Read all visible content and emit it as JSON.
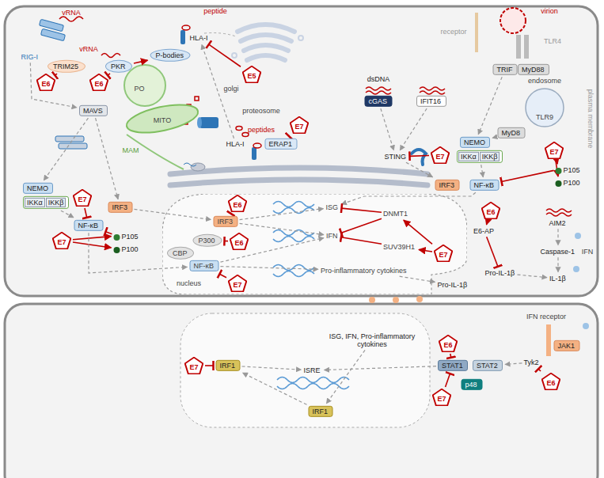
{
  "diagram": {
    "nodes": [
      {
        "text": [
          "RIG-I"
        ]
      },
      {
        "text": [
          "TRIM25"
        ]
      },
      {
        "text": [
          "E6"
        ]
      },
      {
        "text": [
          "PKR"
        ]
      },
      {
        "text": [
          "E6"
        ]
      },
      {
        "text": [
          "P-bodies"
        ]
      },
      {
        "text": [
          "MAVS"
        ]
      },
      {
        "text": [
          "NEMO"
        ]
      },
      {
        "text": [
          "IKKα",
          "IKKβ"
        ]
      },
      {
        "text": [
          "E7"
        ]
      },
      {
        "text": [
          "NF-κB"
        ]
      },
      {
        "text": [
          "E7"
        ]
      },
      {
        "text": [
          "P105"
        ]
      },
      {
        "text": [
          "P100"
        ]
      },
      {
        "text": [
          "IRF3"
        ]
      },
      {
        "text": [
          "HLA-I"
        ]
      },
      {
        "text": [
          "E5"
        ]
      },
      {
        "text": [
          "HLA-I"
        ]
      },
      {
        "text": [
          "ERAP1"
        ]
      },
      {
        "text": [
          "E7"
        ]
      },
      {
        "text": [
          "cGAS"
        ]
      },
      {
        "text": [
          "IFIT16"
        ]
      },
      {
        "text": [
          "STING"
        ]
      },
      {
        "text": [
          "E7"
        ]
      },
      {
        "text": [
          "IRF3"
        ]
      },
      {
        "text": [
          "TRIF"
        ]
      },
      {
        "text": [
          "MyD88"
        ]
      },
      {
        "text": [
          "MyD8"
        ]
      },
      {
        "text": [
          "NEMO"
        ]
      },
      {
        "text": [
          "IKKα",
          "IKKβ"
        ]
      },
      {
        "text": [
          "E7"
        ]
      },
      {
        "text": [
          "NF-κB"
        ]
      },
      {
        "text": [
          "P105"
        ]
      },
      {
        "text": [
          "P100"
        ]
      },
      {
        "text": [
          "nucleus"
        ]
      },
      {
        "text": [
          "E6"
        ],
        "in": 34
      },
      {
        "text": [
          "IRF3"
        ],
        "in": 34
      },
      {
        "text": [
          "CBP"
        ],
        "in": 34
      },
      {
        "text": [
          "P300"
        ],
        "in": 34
      },
      {
        "text": [
          "E6"
        ],
        "in": 34
      },
      {
        "text": [
          "NF-κB"
        ],
        "in": 34
      },
      {
        "text": [
          "E7"
        ],
        "in": 34
      },
      {
        "text": [
          "ISG"
        ],
        "in": 34
      },
      {
        "text": [
          "IFN"
        ],
        "in": 34
      },
      {
        "text": [
          "Pro-inflammatory cytokines"
        ],
        "in": 34
      },
      {
        "text": [
          "DNMT1"
        ],
        "in": 34
      },
      {
        "text": [
          "SUV39H1"
        ],
        "in": 34
      },
      {
        "text": [
          "E7"
        ],
        "in": 34
      },
      {
        "text": [
          "Pro-IL-1β"
        ]
      },
      {
        "text": [
          "E6"
        ]
      },
      {
        "text": [
          "E6-AP"
        ]
      },
      {
        "text": [
          "Pro-IL-1β"
        ]
      },
      {
        "text": [
          "AIM2"
        ]
      },
      {
        "text": [
          "Caspase-1"
        ]
      },
      {
        "text": [
          "IL-1β"
        ]
      },
      {
        "text": [
          "JAK1"
        ]
      },
      {
        "text": [
          "Tyk2"
        ]
      },
      {
        "text": [
          "E6"
        ]
      },
      {
        "text": [
          "E6"
        ]
      },
      {
        "text": [
          "STAT1"
        ]
      },
      {
        "text": [
          "STAT2"
        ]
      },
      {
        "text": [
          "p48"
        ]
      },
      {
        "text": [
          "E7"
        ]
      },
      {
        "text": [
          "E7"
        ]
      },
      {
        "text": [
          "IRF1"
        ]
      },
      {
        "text": [
          "ISRE"
        ]
      },
      {
        "text": [
          "ISG, IFN, Pro-inflammatory cytokines"
        ]
      },
      {
        "text": [
          "IRF1"
        ]
      }
    ],
    "edges": [
      {
        "from": 2,
        "to": 1,
        "arrow": "to"
      },
      {
        "from": 4,
        "to": 3,
        "arrow": "to"
      },
      {
        "from": 3,
        "to": 5,
        "arrow": "to"
      },
      {
        "from": 0,
        "to": 6,
        "arrow": "to"
      },
      {
        "from": 6,
        "to": 7,
        "arrow": "to"
      },
      {
        "from": 6,
        "to": 14,
        "arrow": "to"
      },
      {
        "from": 9,
        "to": 10,
        "arrow": "to"
      },
      {
        "from": 8,
        "to": 10,
        "arrow": "to"
      },
      {
        "from": 11,
        "to": 12,
        "arrow": "to"
      },
      {
        "from": 11,
        "to": 13,
        "arrow": "to"
      },
      {
        "from": 12,
        "to": 10,
        "arrow": "to"
      },
      {
        "from": 14,
        "to": 36,
        "arrow": "to"
      },
      {
        "from": 35,
        "to": 36,
        "arrow": "to"
      },
      {
        "from": 16,
        "to": 15,
        "arrow": "to"
      },
      {
        "from": 17,
        "to": 15,
        "arrow": "to"
      },
      {
        "from": 19,
        "to": 18,
        "arrow": "to"
      },
      {
        "from": 20,
        "to": 22,
        "arrow": "to"
      },
      {
        "from": 21,
        "to": 22,
        "arrow": "to"
      },
      {
        "from": 23,
        "to": 22,
        "arrow": "to"
      },
      {
        "from": 22,
        "to": 24,
        "arrow": "to"
      },
      {
        "from": 25,
        "to": 28,
        "arrow": "to"
      },
      {
        "from": 27,
        "to": 28,
        "arrow": "to"
      },
      {
        "from": 30,
        "to": 32,
        "arrow": "to"
      },
      {
        "from": 30,
        "to": 33,
        "arrow": "to"
      },
      {
        "from": 32,
        "to": 31,
        "arrow": "to"
      },
      {
        "from": 29,
        "to": 31,
        "arrow": "to"
      },
      {
        "from": 31,
        "to": 42,
        "arrow": "to"
      },
      {
        "from": 10,
        "to": 40,
        "arrow": "to"
      },
      {
        "from": 36,
        "to": 42,
        "arrow": "to"
      },
      {
        "from": 36,
        "to": 43,
        "arrow": "to"
      },
      {
        "from": 40,
        "to": 43,
        "arrow": "to"
      },
      {
        "from": 40,
        "to": 44,
        "arrow": "to"
      },
      {
        "from": 39,
        "to": 38,
        "arrow": "to"
      },
      {
        "from": 41,
        "to": 40,
        "arrow": "to"
      },
      {
        "from": 45,
        "to": 42,
        "arrow": "to"
      },
      {
        "from": 45,
        "to": 43,
        "arrow": "to"
      },
      {
        "from": 46,
        "to": 43,
        "arrow": "to"
      },
      {
        "from": 47,
        "to": 45,
        "arrow": "to"
      },
      {
        "from": 47,
        "to": 46,
        "arrow": "to"
      },
      {
        "from": 44,
        "to": 48,
        "arrow": "to"
      },
      {
        "from": 49,
        "to": 50,
        "arrow": "to"
      },
      {
        "from": 50,
        "to": 51,
        "arrow": "to"
      },
      {
        "from": 52,
        "to": 53,
        "arrow": "to"
      },
      {
        "from": 53,
        "to": 54,
        "arrow": "to"
      },
      {
        "from": 51,
        "to": 54,
        "arrow": "to"
      },
      {
        "from": 57,
        "to": 56,
        "arrow": "to"
      },
      {
        "from": 56,
        "to": 60,
        "arrow": "to"
      },
      {
        "from": 58,
        "to": 59,
        "arrow": "to"
      },
      {
        "from": 62,
        "to": 59,
        "arrow": "to"
      },
      {
        "from": 59,
        "to": 65,
        "arrow": "to"
      },
      {
        "from": 63,
        "to": 64,
        "arrow": "to"
      },
      {
        "from": 64,
        "to": 65,
        "arrow": "to"
      },
      {
        "from": 66,
        "to": 67,
        "arrow": "to"
      },
      {
        "from": 67,
        "to": 64,
        "arrow": "to"
      }
    ],
    "labels": [
      "vRNA",
      "vRNA",
      "PO",
      "MAM",
      "MITO",
      "peptide",
      "golgi",
      "proteosome",
      "peptides",
      "dsDNA",
      "virion",
      "receptor",
      "TLR4",
      "endosome",
      "TLR9",
      "IFN",
      "plasma membrane",
      "IFN receptor"
    ]
  }
}
